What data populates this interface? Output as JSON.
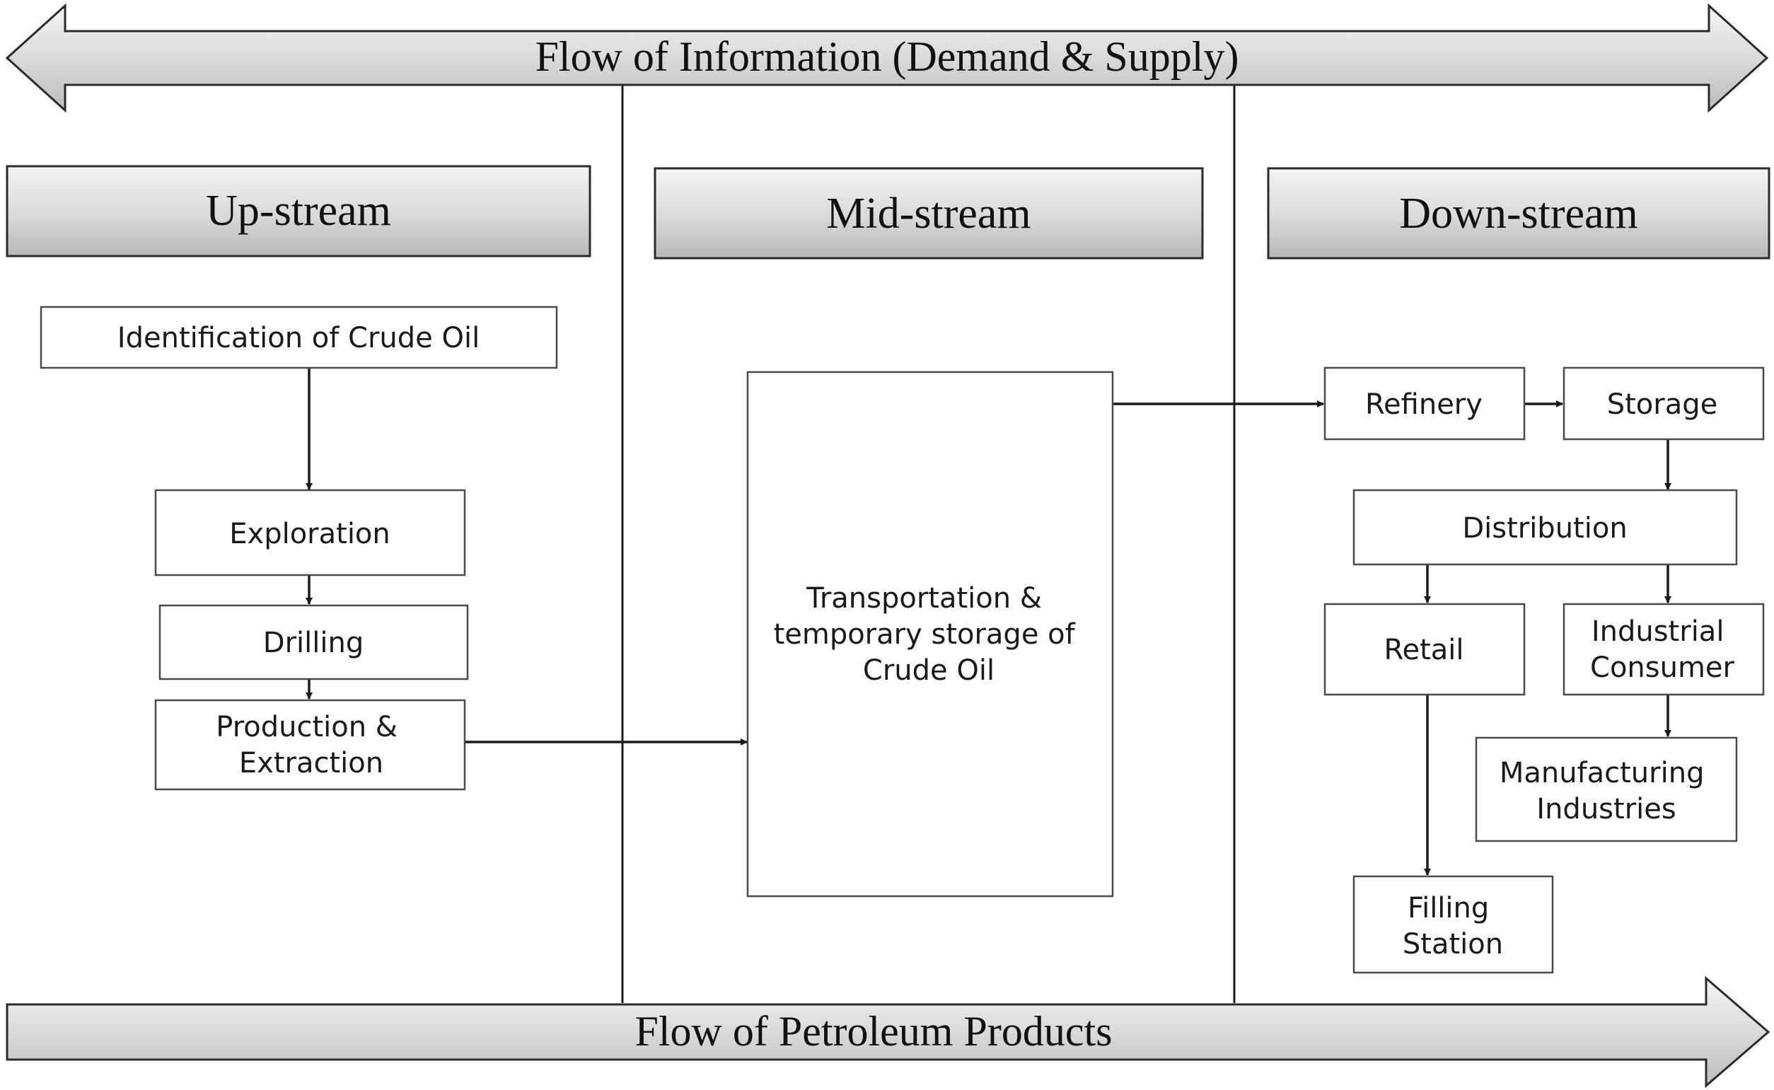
{
  "banners": {
    "top": "Flow of Information (Demand & Supply)",
    "bottom": "Flow of Petroleum Products"
  },
  "sections": {
    "upstream": "Up-stream",
    "midstream": "Mid-stream",
    "downstream": "Down-stream"
  },
  "nodes": {
    "identification": [
      "Identification of Crude Oil"
    ],
    "exploration": [
      "Exploration"
    ],
    "drilling": [
      "Drilling"
    ],
    "production": [
      "Production &",
      "Extraction"
    ],
    "transport": [
      "Transportation &",
      "temporary storage of",
      "Crude Oil"
    ],
    "refinery": [
      "Refinery"
    ],
    "storage": [
      "Storage"
    ],
    "distribution": [
      "Distribution"
    ],
    "retail": [
      "Retail"
    ],
    "industrial": [
      "Industrial",
      "Consumer"
    ],
    "manufacturing": [
      "Manufacturing",
      "Industries"
    ],
    "filling": [
      "Filling",
      "Station"
    ]
  },
  "colors": {
    "banner_light": "#f2f2f2",
    "banner_dark": "#bdbdbd",
    "border": "#4a4a4a",
    "text": "#1a1a1a"
  }
}
